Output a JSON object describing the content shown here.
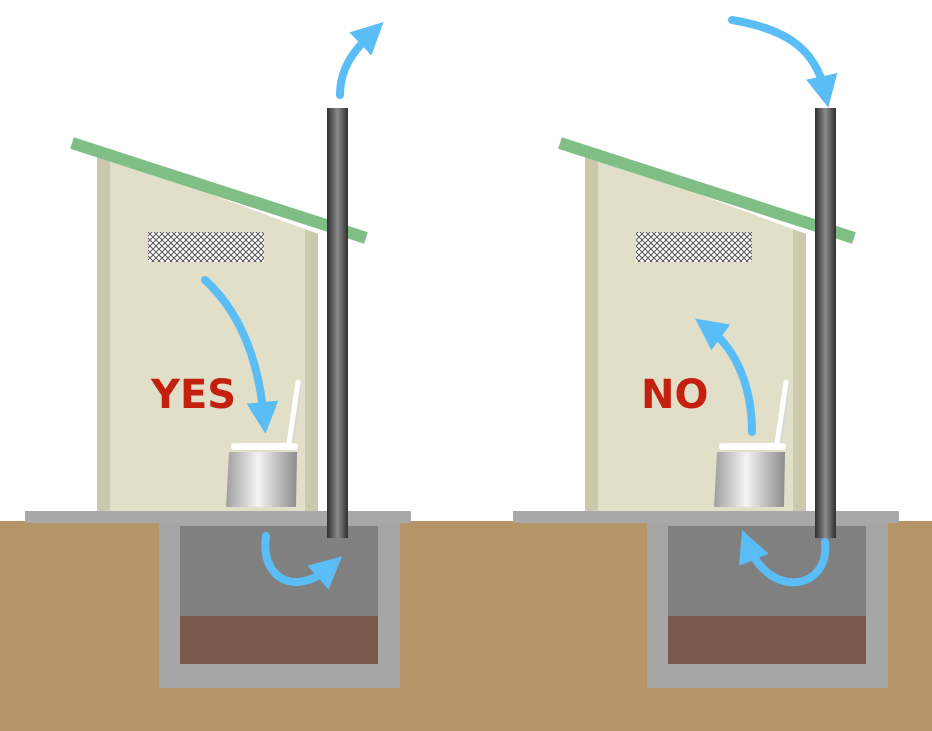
{
  "panels": [
    {
      "label": "YES",
      "label_color": "#c3200f",
      "airflow": "correct"
    },
    {
      "label": "NO",
      "label_color": "#c3200f",
      "airflow": "reversed"
    }
  ],
  "colors": {
    "ground": "#b59565",
    "roof": "#7fbf86",
    "wall": "#e2dfc9",
    "wall_edge": "#cbc8ad",
    "slab": "#a9a9a9",
    "pit_wall": "#a6a6a6",
    "pit_air": "#808080",
    "waste": "#7a5a4c",
    "pipe": "#555555",
    "arrow": "#5bbdf5"
  }
}
